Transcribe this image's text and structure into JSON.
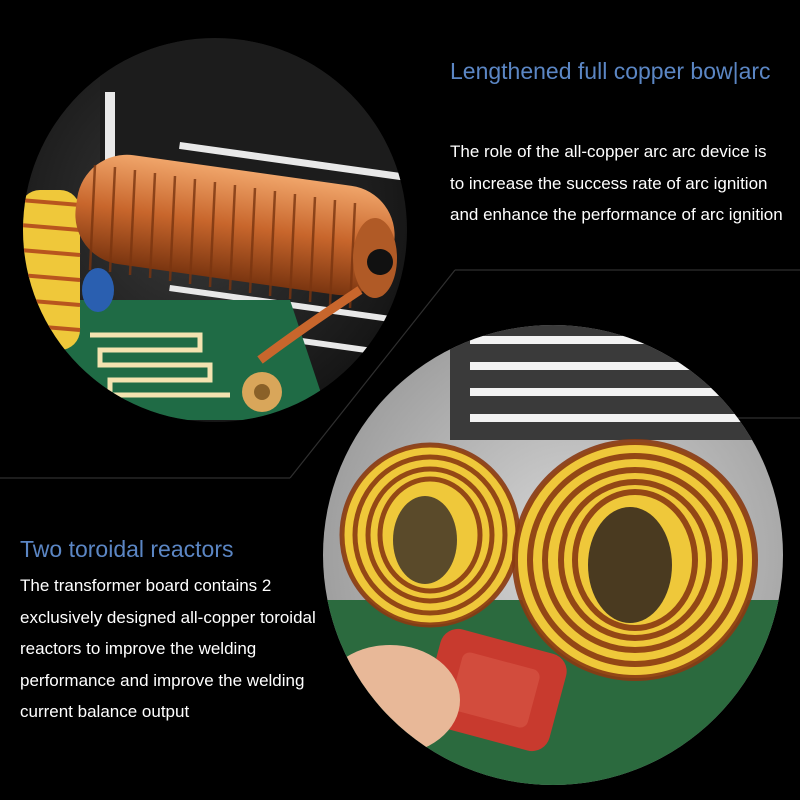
{
  "feature_1": {
    "heading": "Lengthened full copper bow|arc",
    "description": "The role of the all-copper arc arc device is to increase the success rate of arc ignition and enhance the performance of arc ignition"
  },
  "feature_2": {
    "heading": "Two toroidal reactors",
    "description": "The transformer board contains 2 exclusively designed all-copper toroidal reactors to improve the welding performance and improve the welding current balance output"
  },
  "colors": {
    "background": "#000000",
    "heading": "#5b86c4",
    "body_text": "#ffffff",
    "copper": "#c8662c",
    "toroid_core": "#efc83a"
  }
}
